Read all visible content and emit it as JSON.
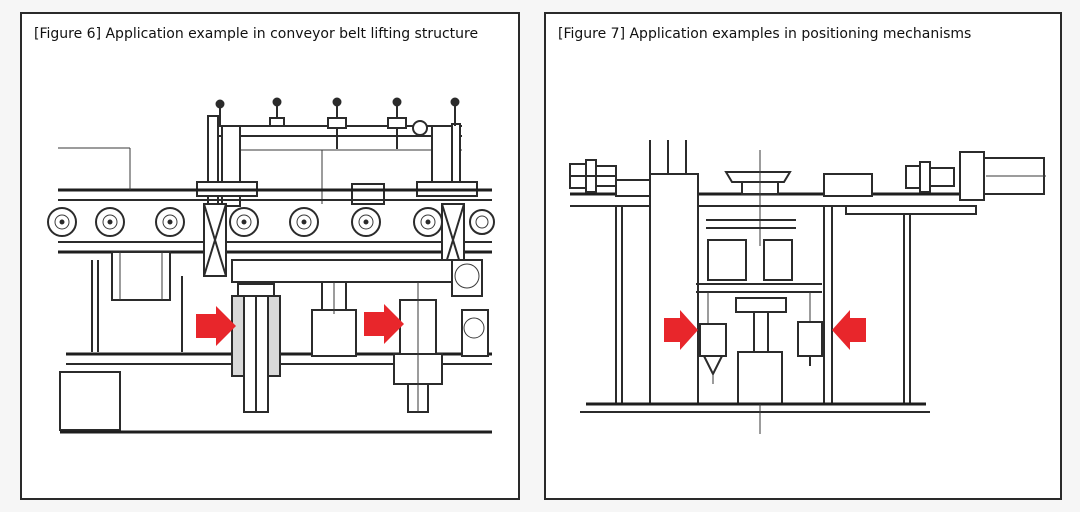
{
  "figures": [
    {
      "caption": "[Figure 6] Application example in conveyor belt lifting structure",
      "drawing": "conveyor-belt-lifting-structure",
      "arrow_color": "#e8262b",
      "arrow_count": 2
    },
    {
      "caption": "[Figure 7] Application examples in positioning mechanisms",
      "drawing": "positioning-mechanism",
      "arrow_color": "#e8262b",
      "arrow_count": 2
    }
  ]
}
